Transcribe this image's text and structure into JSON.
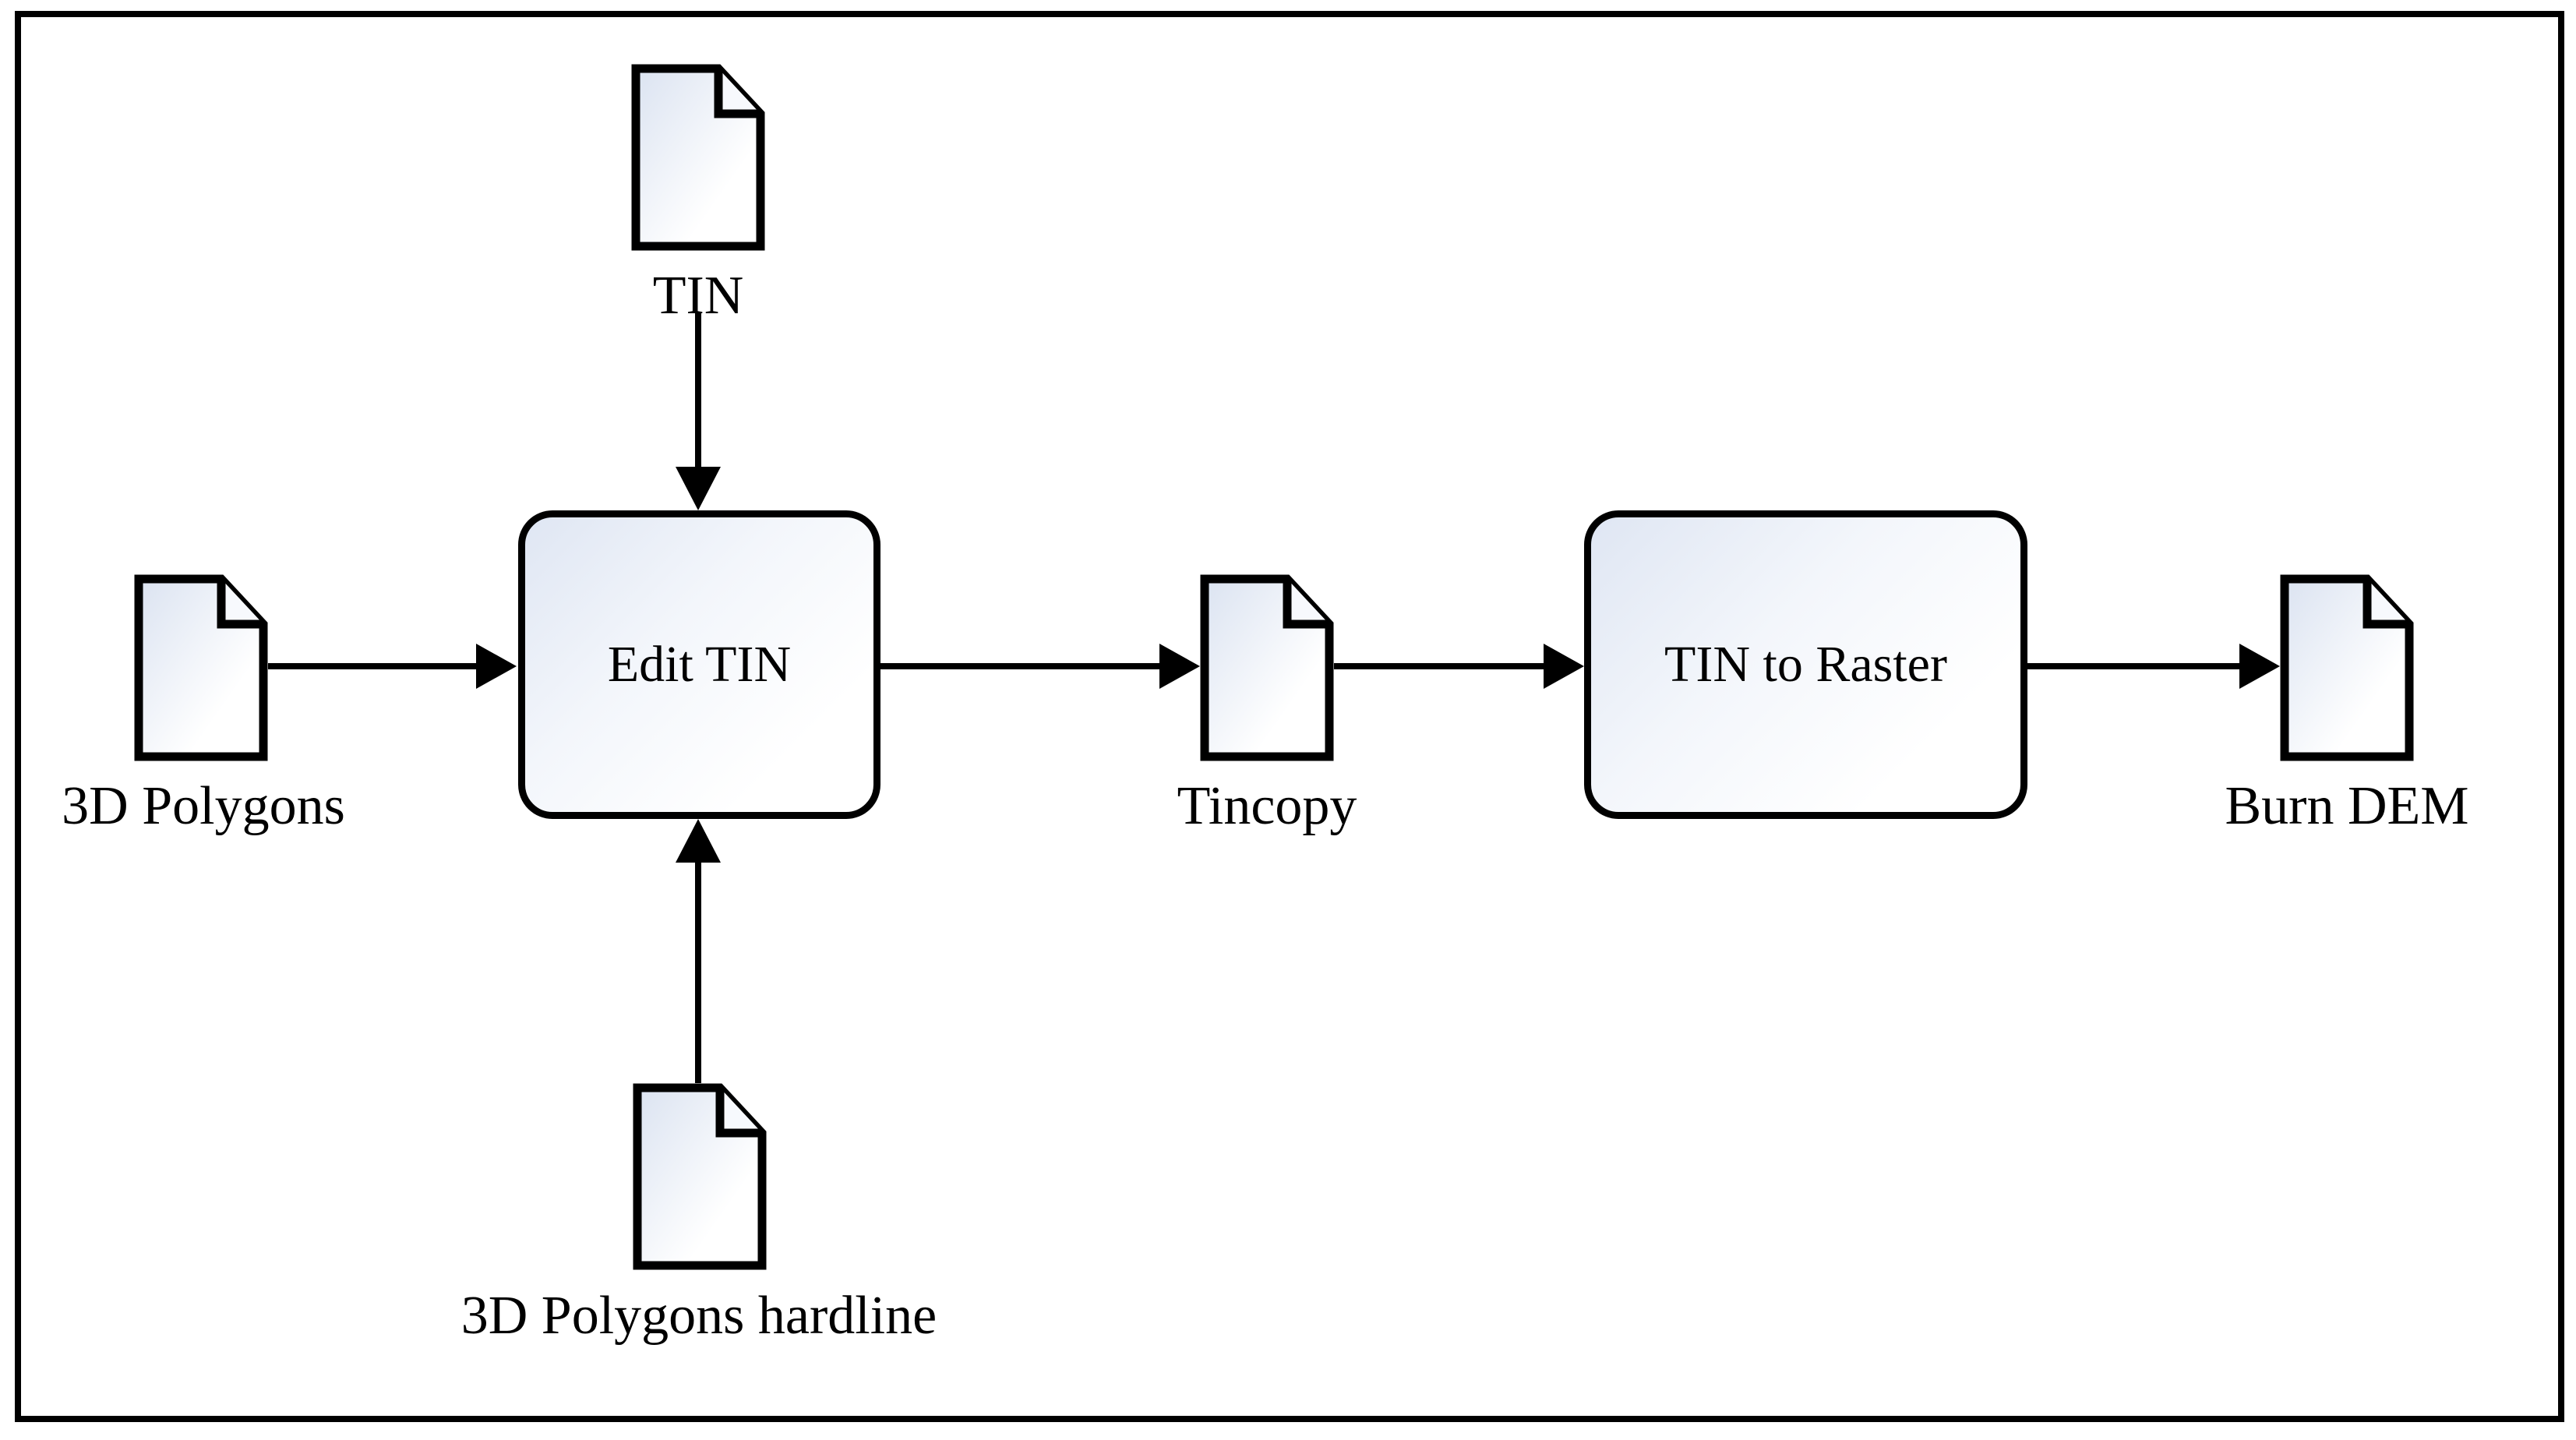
{
  "figure": {
    "type": "geoprocessing-model-flow-diagram",
    "colors": {
      "stroke": "#000000",
      "background": "#ffffff",
      "shape_fill_light": "#dfe6f3",
      "shape_fill_white": "#ffffff"
    },
    "nodes": [
      {
        "id": "tin",
        "label": "TIN",
        "shape": "document",
        "role": "input-data"
      },
      {
        "id": "polygons3d",
        "label": "3D Polygons",
        "shape": "document",
        "role": "input-data"
      },
      {
        "id": "polygons3d_hardline",
        "label": "3D Polygons hardline",
        "shape": "document",
        "role": "input-data"
      },
      {
        "id": "edit_tin",
        "label": "Edit TIN",
        "shape": "rounded-box",
        "role": "process"
      },
      {
        "id": "tincopy",
        "label": "Tincopy",
        "shape": "document",
        "role": "intermediate-data"
      },
      {
        "id": "tin_to_raster",
        "label": "TIN to Raster",
        "shape": "rounded-box",
        "role": "process"
      },
      {
        "id": "burn_dem",
        "label": "Burn DEM",
        "shape": "document",
        "role": "output-data"
      }
    ],
    "connections": [
      {
        "from": "TIN",
        "to": "Edit TIN",
        "direction": "down"
      },
      {
        "from": "3D Polygons",
        "to": "Edit TIN",
        "direction": "right"
      },
      {
        "from": "3D Polygons hardline",
        "to": "Edit TIN",
        "direction": "up"
      },
      {
        "from": "Edit TIN",
        "to": "Tincopy",
        "direction": "right"
      },
      {
        "from": "Tincopy",
        "to": "TIN to Raster",
        "direction": "right"
      },
      {
        "from": "TIN to Raster",
        "to": "Burn DEM",
        "direction": "right"
      }
    ]
  }
}
